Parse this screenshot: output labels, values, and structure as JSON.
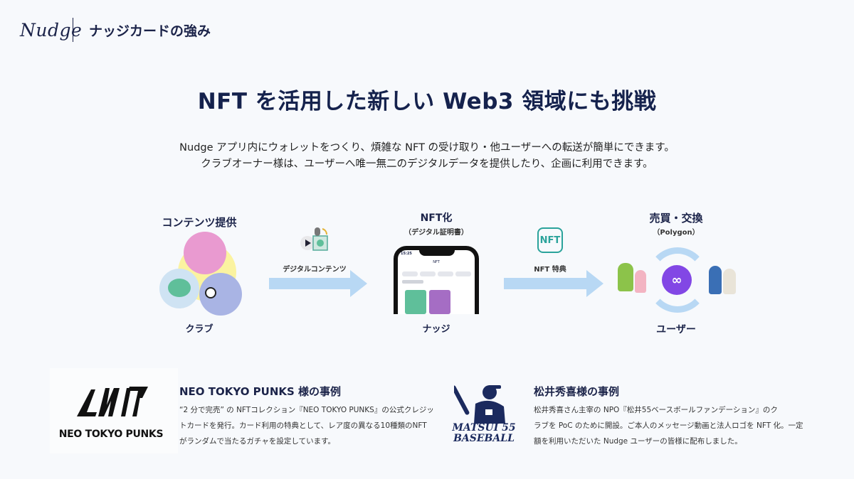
{
  "header": {
    "logo": "Nudge",
    "page_tag": "ナッジカードの強み"
  },
  "title": "NFT を活用した新しい  Web3 領域にも挑戦",
  "lead": [
    "Nudge アプリ内にウォレットをつくり、煩雑な NFT の受け取り・他ユーザーへの転送が簡単にできます。",
    "クラブオーナー様は、ユーザーへ唯一無二のデジタルデータを提供したり、企画に利用できます。"
  ],
  "flow": {
    "step1": {
      "heading": "コンテンツ提供",
      "caption": "クラブ"
    },
    "arrow1": {
      "label": "デジタルコンテンツ",
      "icon": "digital-content-icon"
    },
    "step2": {
      "heading": "NFT化",
      "subheading": "（デジタル証明書）",
      "caption": "ナッジ",
      "phone_title": "NFT",
      "phone_time": "15:25"
    },
    "arrow2": {
      "label": "NFT 特典",
      "icon": "nft-hexagon-icon",
      "icon_text": "NFT"
    },
    "step3": {
      "heading": "売買・交換",
      "subheading": "（Polygon）",
      "caption": "ユーザー",
      "icon_text": "∞"
    }
  },
  "cases": [
    {
      "logo_text": "NEO TOKYO PUNKS",
      "title": "NEO TOKYO PUNKS 様の事例",
      "body": [
        "“2 分で完売” の NFTコレクション『NEO TOKYO PUNKS』の公式クレジッ",
        "トカードを発行。カード利用の特典として、レア度の異なる10種類のNFT",
        "がランダムで当たるガチャを設定しています。"
      ]
    },
    {
      "logo_text": [
        "MATSUI 55",
        "BASEBALL"
      ],
      "title": "松井秀喜様の事例",
      "body": [
        "松井秀喜さん主宰の NPO『松井55ベースボールファンデーション』のク",
        "ラブを PoC のために開設。ご本人のメッセージ動画と法人ロゴを NFT 化。一定",
        "額を利用いただいた Nudge ユーザーの皆様に配布しました。"
      ]
    }
  ],
  "colors": {
    "navy": "#1b2349",
    "arrow": "#b8d8f4",
    "polygon": "#8247e5",
    "nft_teal": "#2ba39b"
  }
}
